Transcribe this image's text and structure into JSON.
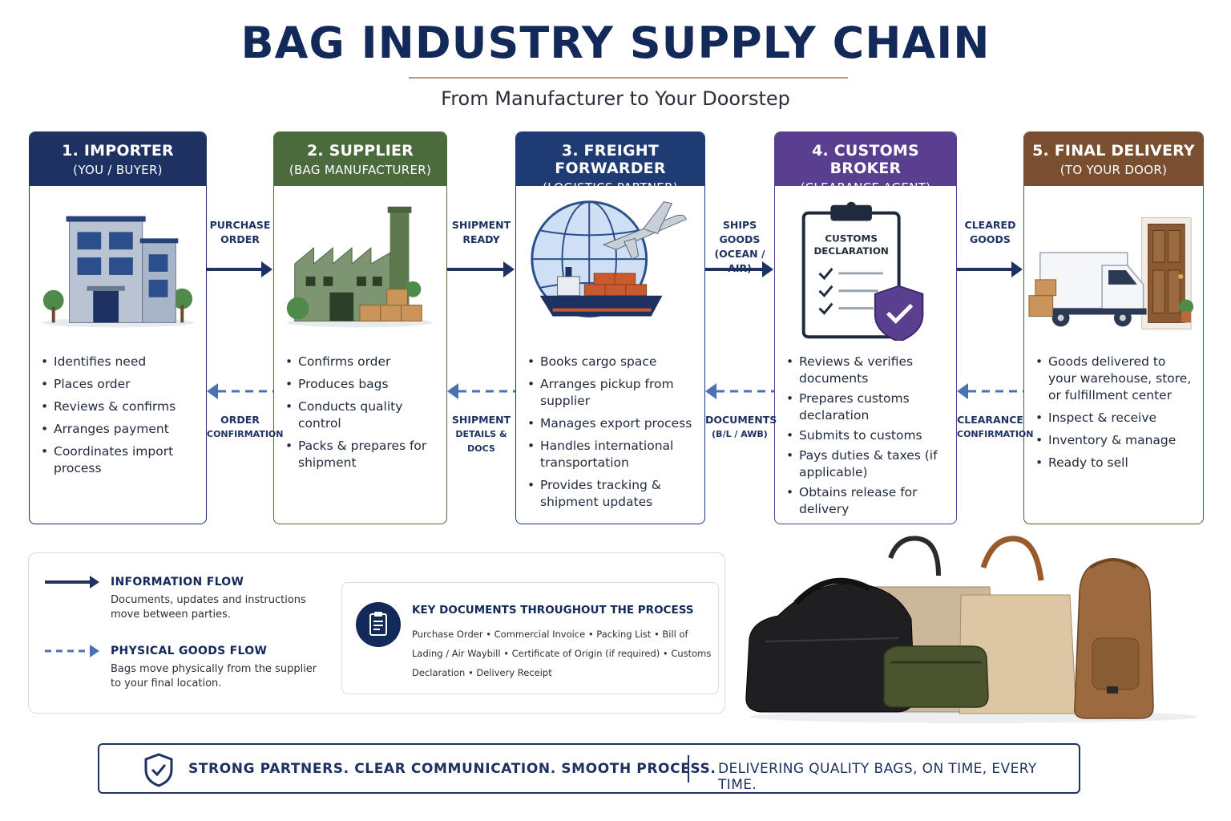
{
  "header": {
    "title": "BAG INDUSTRY SUPPLY CHAIN",
    "subtitle": "From Manufacturer to Your Doorstep"
  },
  "colors": {
    "navy": "#1d3262",
    "green": "#4c6b3c",
    "blue": "#1f3b73",
    "purple": "#5a3f91",
    "brown": "#7a4f2f",
    "accent_rule": "#c59a6e"
  },
  "stages": [
    {
      "title": "1. IMPORTER",
      "subtitle": "(YOU / BUYER)",
      "icon": "office-building-icon",
      "items": [
        "Identifies need",
        "Places order",
        "Reviews & confirms",
        "Arranges payment",
        "Coordinates import process"
      ]
    },
    {
      "title": "2. SUPPLIER",
      "subtitle": "(BAG MANUFACTURER)",
      "icon": "factory-icon",
      "items": [
        "Confirms order",
        "Produces bags",
        "Conducts quality control",
        "Packs & prepares for shipment"
      ]
    },
    {
      "title": "3. FREIGHT FORWARDER",
      "subtitle": "(LOGISTICS PARTNER)",
      "icon": "globe-ship-plane-icon",
      "items": [
        "Books cargo space",
        "Arranges pickup from supplier",
        "Manages export process",
        "Handles international transportation",
        "Provides tracking & shipment updates"
      ]
    },
    {
      "title": "4. CUSTOMS BROKER",
      "subtitle": "(CLEARANCE AGENT)",
      "icon": "clipboard-shield-icon",
      "illus_text": [
        "CUSTOMS",
        "DECLARATION"
      ],
      "items": [
        "Reviews & verifies documents",
        "Prepares customs declaration",
        "Submits to customs",
        "Pays duties & taxes (if applicable)",
        "Obtains release for delivery"
      ]
    },
    {
      "title": "5. FINAL DELIVERY",
      "subtitle": "(TO YOUR DOOR)",
      "icon": "delivery-truck-icon",
      "items": [
        "Goods delivered to your warehouse, store, or fulfillment center",
        "Inspect & receive",
        "Inventory & manage",
        "Ready to sell"
      ]
    }
  ],
  "connectors": [
    {
      "top": [
        "PURCHASE",
        "ORDER"
      ],
      "bottom": [
        "ORDER",
        "CONFIRMATION"
      ]
    },
    {
      "top": [
        "SHIPMENT",
        "READY"
      ],
      "bottom": [
        "SHIPMENT",
        "DETAILS & DOCS"
      ]
    },
    {
      "top": [
        "SHIPS GOODS",
        "(OCEAN / AIR)"
      ],
      "bottom": [
        "DOCUMENTS",
        "(B/L / AWB)"
      ]
    },
    {
      "top": [
        "CLEARED",
        "GOODS"
      ],
      "bottom": [
        "CLEARANCE",
        "CONFIRMATION"
      ]
    }
  ],
  "legend": {
    "info_title": "INFORMATION FLOW",
    "info_desc": [
      "Documents, updates and instructions",
      "move between parties."
    ],
    "goods_title": "PHYSICAL GOODS FLOW",
    "goods_desc": [
      "Bags move physically from the supplier",
      "to your final location."
    ],
    "docs_title": "KEY DOCUMENTS THROUGHOUT THE PROCESS",
    "docs_text": "Purchase Order • Commercial Invoice • Packing List • Bill of Lading / Air Waybill • Certificate of Origin (if required) • Customs Declaration • Delivery Receipt"
  },
  "footer": {
    "left": "STRONG PARTNERS. CLEAR COMMUNICATION. SMOOTH PROCESS.",
    "right": "DELIVERING QUALITY BAGS, ON TIME, EVERY TIME."
  }
}
